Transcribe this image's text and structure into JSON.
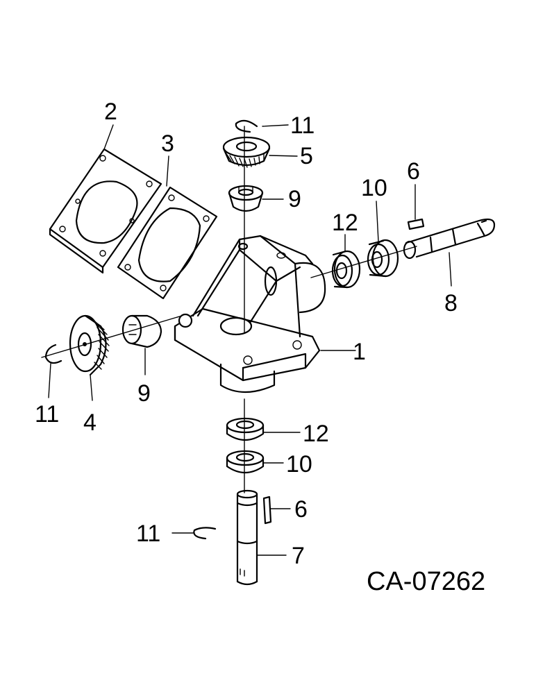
{
  "diagram_code": "CA-07262",
  "callouts": {
    "housing": "1",
    "cover_gasket_outer": "2",
    "cover_gasket_inner": "3",
    "bevel_gear_side": "4",
    "bevel_gear_top": "5",
    "key_top": "6",
    "key_bottom": "6",
    "vertical_shaft": "7",
    "horizontal_shaft": "8",
    "spacer_top": "9",
    "spacer_side": "9",
    "bearing_right_outer": "10",
    "bearing_bottom_lower": "10",
    "snap_ring_top": "11",
    "snap_ring_side": "11",
    "snap_ring_bottom": "11",
    "bearing_right_inner": "12",
    "bearing_bottom_upper": "12"
  }
}
